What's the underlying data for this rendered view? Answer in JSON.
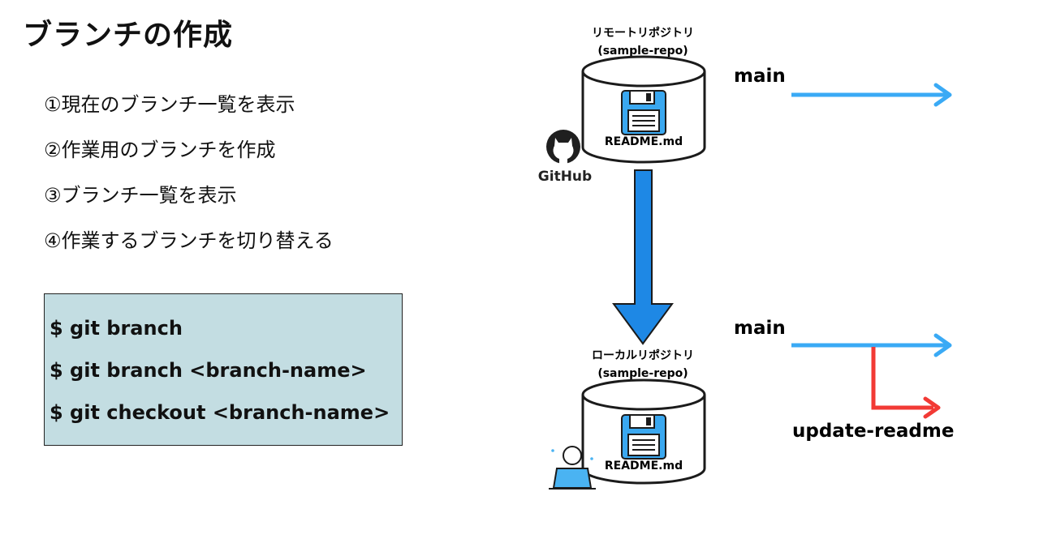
{
  "title": "ブランチの作成",
  "steps": [
    "①現在のブランチ一覧を表示",
    "②作業用のブランチを作成",
    "③ブランチ一覧を表示",
    "④作業するブランチを切り替える"
  ],
  "commands": [
    "$ git branch",
    "$ git branch <branch-name>",
    "$ git checkout <branch-name>"
  ],
  "remote_repo": {
    "title": "リモートリポジトリ",
    "name": "(sample-repo)",
    "file": "README.md",
    "host_logo": "GitHub",
    "icon": "github-icon"
  },
  "local_repo": {
    "title": "ローカルリポジトリ",
    "name": "(sample-repo)",
    "file": "README.md",
    "icon": "user-laptop-icon"
  },
  "branches": {
    "remote_main": "main",
    "local_main": "main",
    "feature": "update-readme"
  },
  "colors": {
    "main_arrow": "#3aaaf5",
    "feature_arrow": "#f23a35",
    "clone_arrow": "#1e88e5",
    "floppy": "#3aa8f0",
    "command_box": "#c3dde2"
  }
}
